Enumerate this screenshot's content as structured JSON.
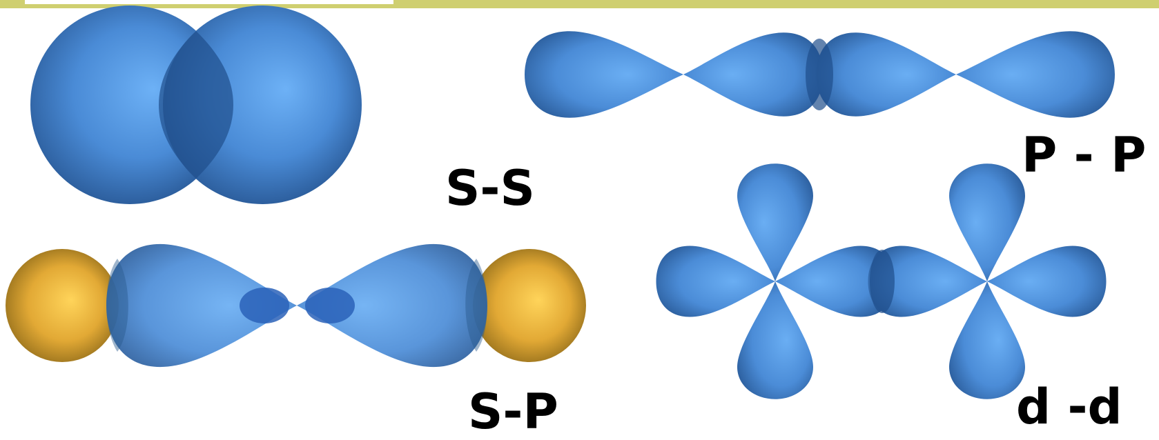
{
  "labels": {
    "ss": "S-S",
    "pp": "P - P",
    "sp": "S-P",
    "dd": "d -d"
  },
  "colors": {
    "orbital_blue": "#4d8fdb",
    "s_orbital_gold": "#e3ac38",
    "frame_bar": "#cfcf70"
  }
}
